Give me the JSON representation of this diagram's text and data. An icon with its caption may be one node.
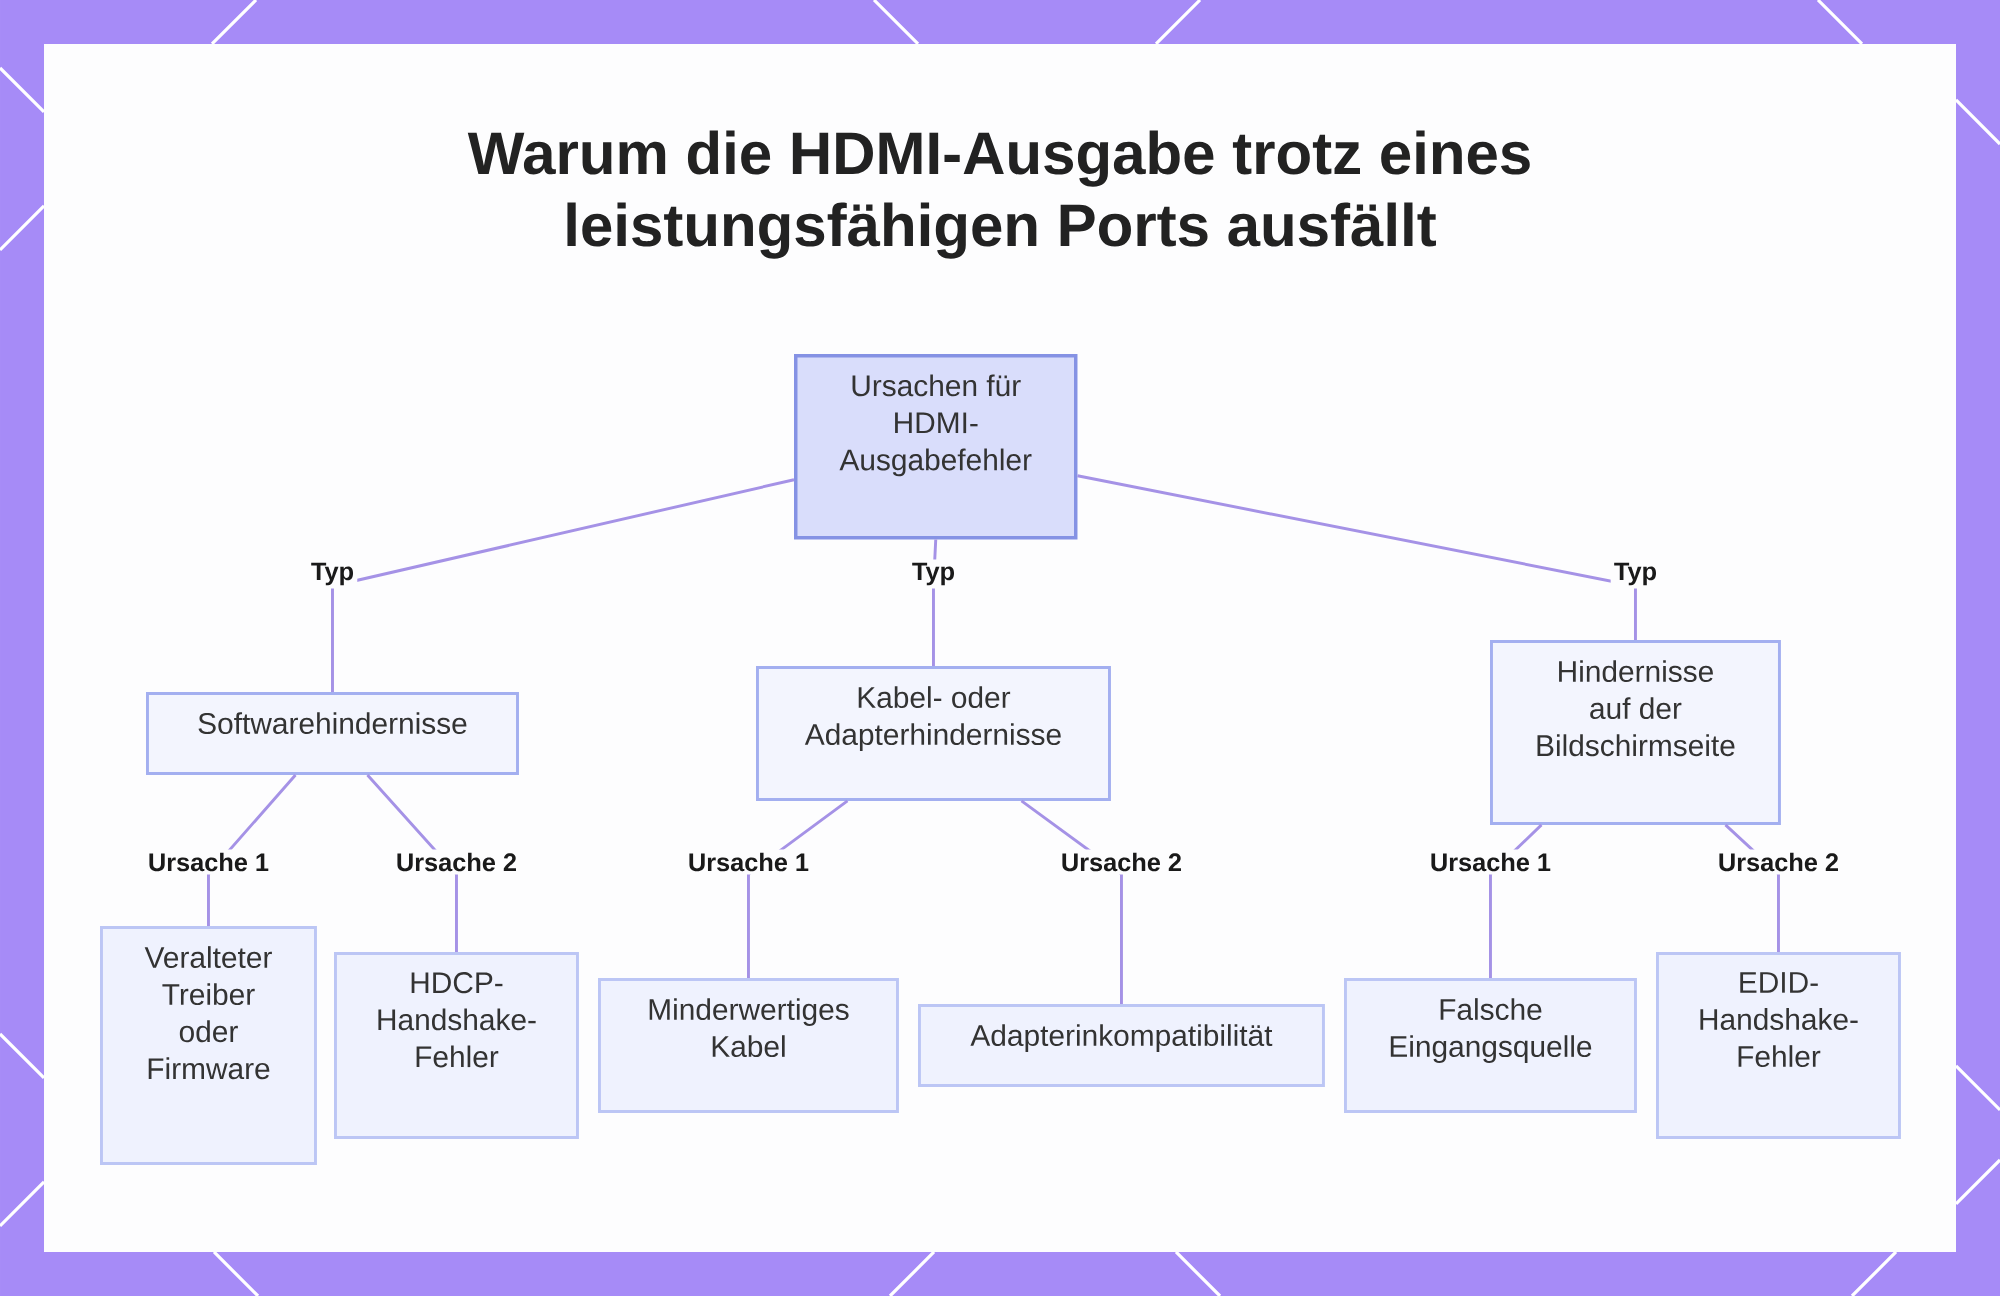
{
  "diagram": {
    "title": "Warum die HDMI-Ausgabe trotz eines leistungsfähigen Ports ausfällt",
    "nodes": [
      {
        "text": [
          "Ursachen für HDMI-Ausgabefehler"
        ]
      },
      {
        "text": [
          "Softwarehindernisse"
        ]
      },
      {
        "text": [
          "Kabel- oder Adapterhindernisse"
        ]
      },
      {
        "text": [
          "Hindernisse auf der Bildschirmseite"
        ]
      },
      {
        "text": [
          "Veralteter Treiber oder Firmware"
        ]
      },
      {
        "text": [
          "HDCP-Handshake-Fehler"
        ]
      },
      {
        "text": [
          "Minderwertiges Kabel"
        ]
      },
      {
        "text": [
          "Adapterinkompatibilität"
        ]
      },
      {
        "text": [
          "Falsche Eingangsquelle"
        ]
      },
      {
        "text": [
          "EDID-Handshake-Fehler"
        ]
      }
    ],
    "edges": [
      {
        "from": 0,
        "to": 1,
        "arrow": "none",
        "label": "Typ"
      },
      {
        "from": 0,
        "to": 2,
        "arrow": "none",
        "label": "Typ"
      },
      {
        "from": 0,
        "to": 3,
        "arrow": "none",
        "label": "Typ"
      },
      {
        "from": 1,
        "to": 4,
        "arrow": "none",
        "label": "Ursache 1"
      },
      {
        "from": 1,
        "to": 5,
        "arrow": "none",
        "label": "Ursache 2"
      },
      {
        "from": 2,
        "to": 6,
        "arrow": "none",
        "label": "Ursache 1"
      },
      {
        "from": 2,
        "to": 7,
        "arrow": "none",
        "label": "Ursache 2"
      },
      {
        "from": 3,
        "to": 8,
        "arrow": "none",
        "label": "Ursache 1"
      },
      {
        "from": 3,
        "to": 9,
        "arrow": "none",
        "label": "Ursache 2"
      }
    ]
  }
}
